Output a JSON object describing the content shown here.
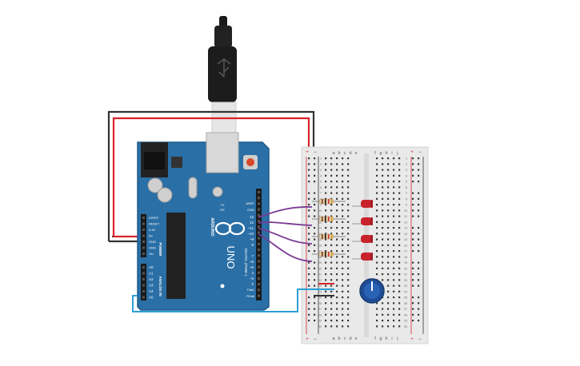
{
  "board": {
    "logo": "UNO",
    "brand": "ARDUINO",
    "aref": "AREF",
    "gnd": "GND",
    "tx": "TX",
    "rx": "RX",
    "txarrow": "TX▸1",
    "rxarrow": "RX◂0",
    "digital": "DIGITAL (PWM~)",
    "power_title": "POWER",
    "analog_title": "ANALOG IN",
    "digital_pins": [
      "13",
      "12",
      "~11",
      "~10",
      "~9",
      "8",
      "",
      "7",
      "~6",
      "~5",
      "4",
      "~3",
      "2"
    ],
    "power_pins": [
      "IOREF",
      "RESET",
      "3.3V",
      "5V",
      "GND",
      "GND",
      "Vin"
    ],
    "analog_pins": [
      "A0",
      "A1",
      "A2",
      "A3",
      "A4",
      "A5"
    ]
  },
  "breadboard": {
    "col_letters_left": [
      "a",
      "b",
      "c",
      "d",
      "e"
    ],
    "col_letters_right": [
      "f",
      "g",
      "h",
      "i",
      "j"
    ],
    "row_numbers": [
      "1",
      "2",
      "3",
      "4",
      "5",
      "6",
      "7",
      "8",
      "9",
      "10",
      "11",
      "12",
      "13",
      "14",
      "15",
      "16",
      "17",
      "18",
      "19",
      "20",
      "21",
      "22",
      "23",
      "24",
      "25",
      "26",
      "27",
      "28",
      "29",
      "30"
    ],
    "plus": "+",
    "minus": "−"
  },
  "colors": {
    "board": "#2a6fa6",
    "board_dark": "#1e5a8a",
    "wire_red": "#d9232b",
    "wire_black": "#333333",
    "wire_purple": "#7a3b93",
    "wire_blue": "#2d9fd2",
    "led": "#c8232c",
    "pot": "#1f4e96",
    "breadboard": "#e9e9e9"
  }
}
